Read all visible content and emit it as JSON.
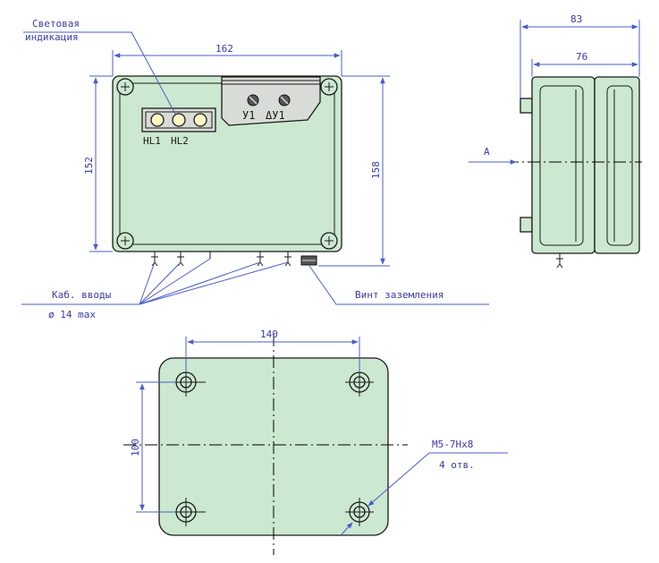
{
  "colors": {
    "body_fill": "#cce8d0",
    "cover_fill": "#d8dcd6",
    "dimension": "#4a5cc8",
    "text": "#3a3aa8",
    "outline": "#1a1a1a"
  },
  "labels": {
    "light_indication_line1": "Световая",
    "light_indication_line2": "индикация",
    "hl1": "HL1",
    "hl2": "HL2",
    "terminal_left": "У1",
    "terminal_right": "ΔУ1",
    "cable_entries": "Каб. вводы",
    "cable_diameter": "ø 14 max",
    "ground_screw": "Винт заземления",
    "view_arrow": "A",
    "thread_spec": "M5-7Hx8",
    "holes_count": "4 отв."
  },
  "dimensions": {
    "front_width": "162",
    "front_height_inner": "152",
    "front_height_outer": "158",
    "side_depth_total": "83",
    "side_depth_body": "76",
    "mount_width": "140",
    "mount_height": "100"
  }
}
